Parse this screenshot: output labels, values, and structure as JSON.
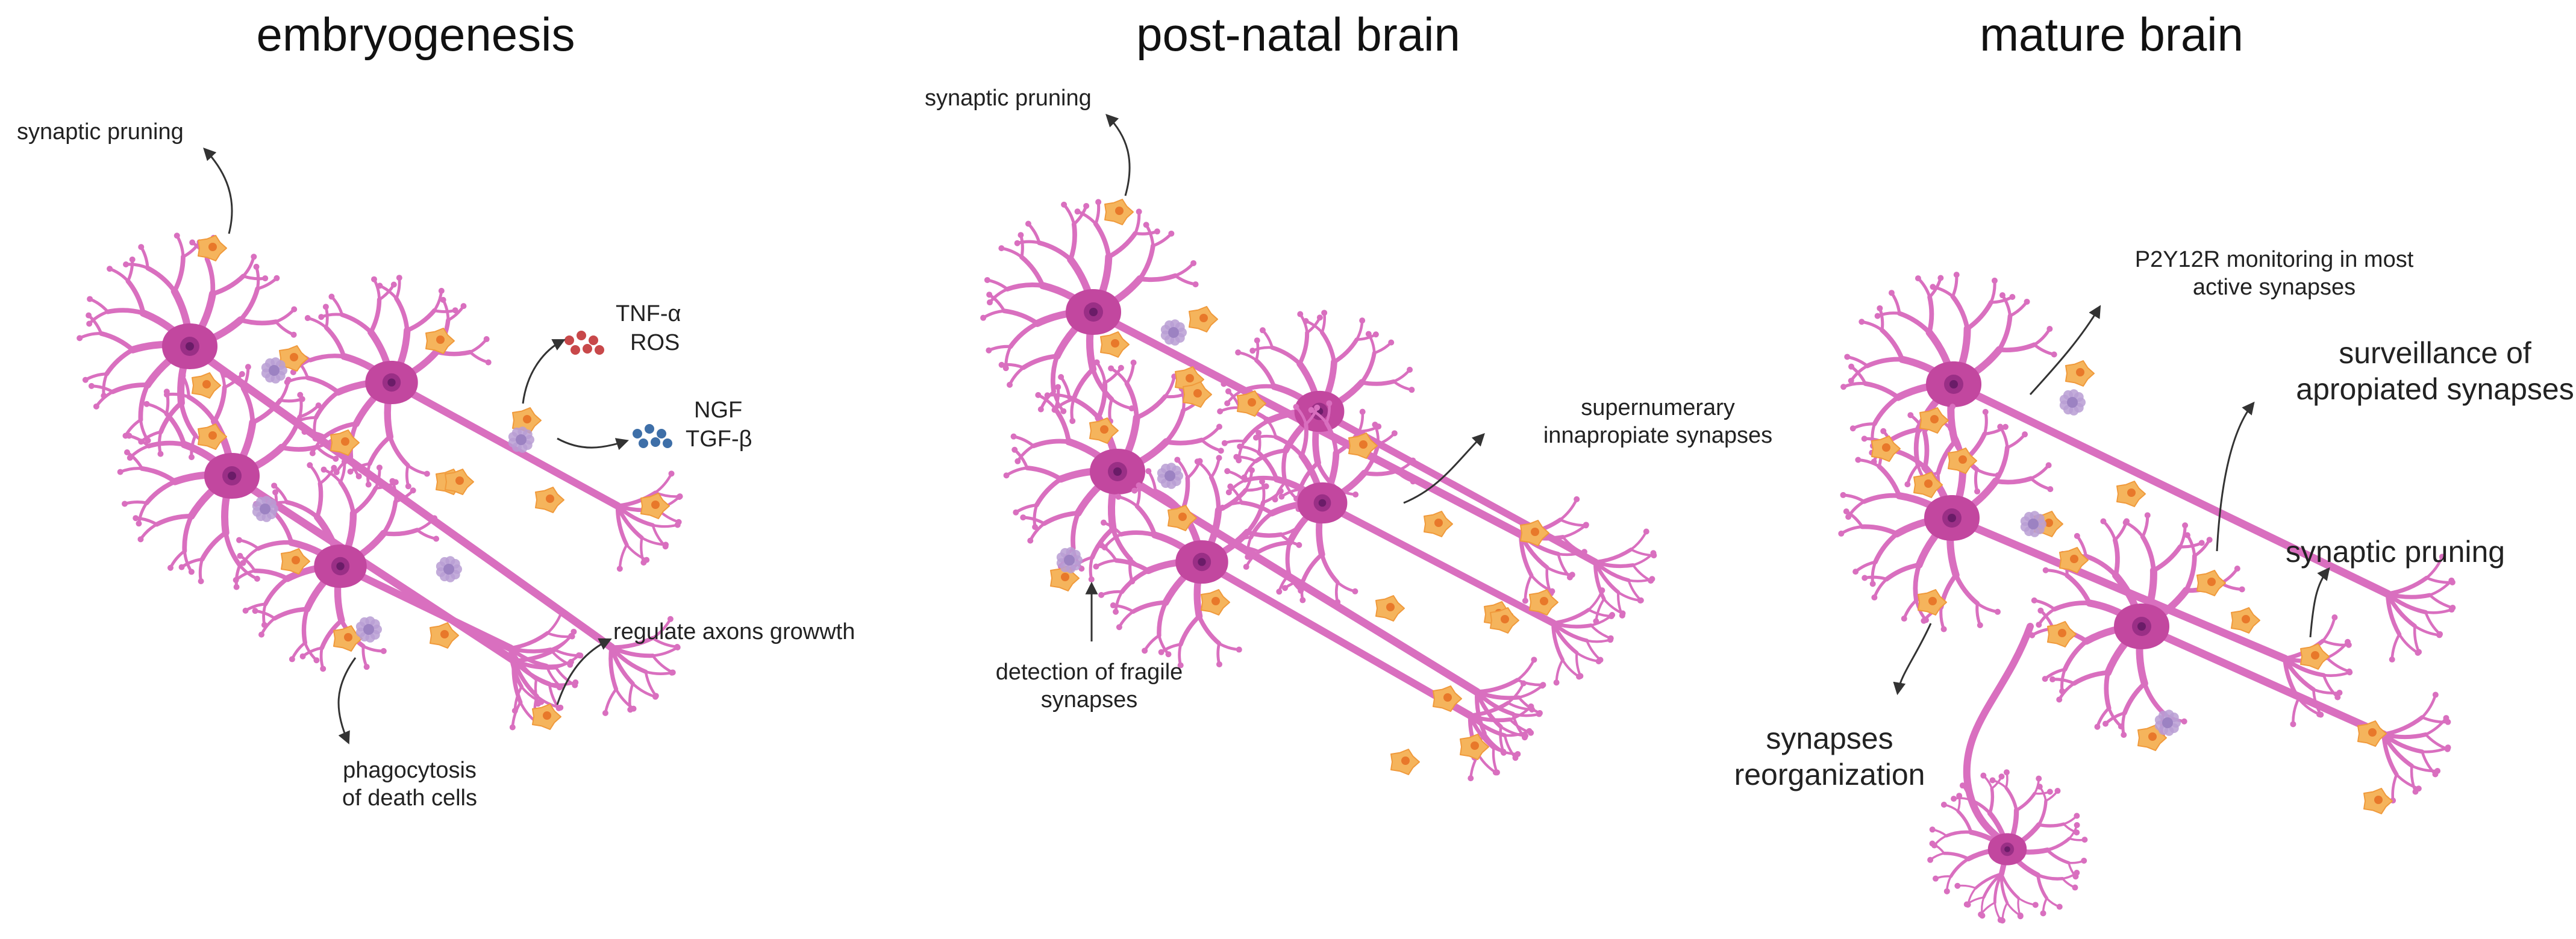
{
  "panels": [
    {
      "title": "embryogenesis",
      "labels": {
        "pruning": "synaptic pruning",
        "tnf": "TNF-α",
        "ros": "ROS",
        "ngf": "NGF",
        "tgf": "TGF-β",
        "axons": "regulate axons growwth",
        "phago1": "phagocytosis",
        "phago2": "of death cells"
      }
    },
    {
      "title": "post-natal brain",
      "labels": {
        "pruning": "synaptic pruning",
        "super1": "supernumerary",
        "super2": "innapropiate synapses",
        "detect1": "detection of fragile",
        "detect2": "synapses"
      }
    },
    {
      "title": "mature brain",
      "labels": {
        "p2y1": "P2Y12R monitoring in most",
        "p2y2": "active synapses",
        "surv1": "surveillance of",
        "surv2": "apropiated synapses",
        "pruning": "synaptic pruning",
        "reorg1": "synapses",
        "reorg2": "reorganization"
      }
    }
  ],
  "colors": {
    "neuron": "#d96fbf",
    "neuron_body": "#c2479f",
    "nucleus": "#6a1c68",
    "microglia": "#f5b45c",
    "microglia_core": "#e8782a",
    "dots_red": "#c8484a",
    "dots_blue": "#3e6fa8",
    "particle": "#b89ed4"
  },
  "icons": [
    "neuron-icon",
    "microglia-icon",
    "arrow-icon",
    "cytokine-dots-icon",
    "growth-factor-dots-icon",
    "engulfed-particle-icon"
  ]
}
